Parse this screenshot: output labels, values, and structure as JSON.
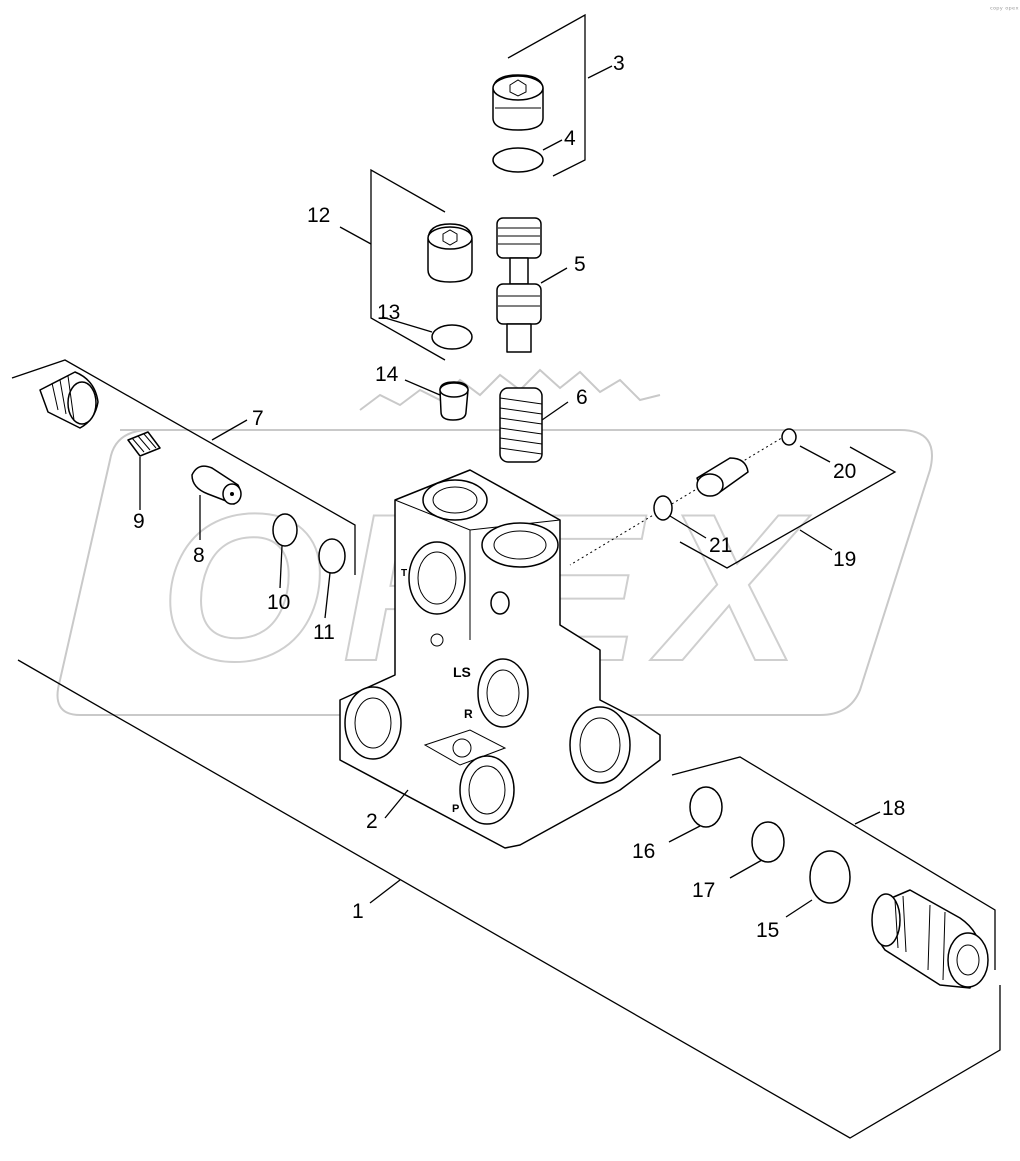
{
  "watermark": "OPEX",
  "corner_mark": "ᶜᵒᵖʸ ᵒᵖᵉˣ",
  "callouts": {
    "c1": "1",
    "c2": "2",
    "c3": "3",
    "c4": "4",
    "c5": "5",
    "c6": "6",
    "c7": "7",
    "c8": "8",
    "c9": "9",
    "c10": "10",
    "c11": "11",
    "c12": "12",
    "c13": "13",
    "c14": "14",
    "c15": "15",
    "c16": "16",
    "c17": "17",
    "c18": "18",
    "c19": "19",
    "c20": "20",
    "c21": "21"
  },
  "port_marks": {
    "ls": "LS",
    "r": "R",
    "p": "P",
    "t": "T"
  }
}
